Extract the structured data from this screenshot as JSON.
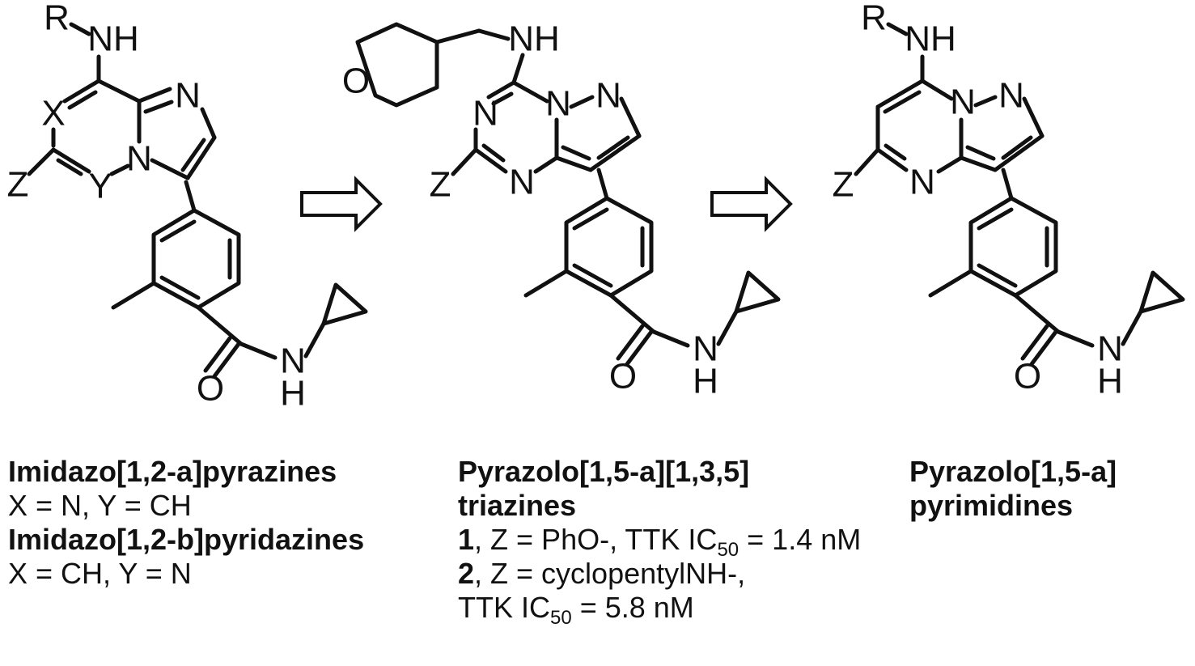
{
  "atoms": {
    "R": "R",
    "NH": "NH",
    "N": "N",
    "O": "O",
    "H": "H",
    "X": "X",
    "Y": "Y",
    "Z": "Z"
  },
  "captions": {
    "left": {
      "name1": "Imidazo[1,2-a]pyrazines",
      "def1": "X = N, Y = CH",
      "name2": "Imidazo[1,2-b]pyridazines",
      "def2": "X = CH, Y = N"
    },
    "middle": {
      "name_line1": "Pyrazolo[1,5-a][1,3,5]",
      "name_line2": "triazines",
      "cmpd1_num": "1",
      "cmpd1_text": ", Z = PhO-, TTK IC",
      "cmpd1_sub": "50",
      "cmpd1_value": " = 1.4 nM",
      "cmpd2_num": "2",
      "cmpd2_text": ", Z = cyclopentylNH-,",
      "cmpd2_line2": "TTK IC",
      "cmpd2_sub": "50",
      "cmpd2_value": " = 5.8 nM"
    },
    "right": {
      "name_line1": "Pyrazolo[1,5-a]",
      "name_line2": "pyrimidines"
    }
  }
}
